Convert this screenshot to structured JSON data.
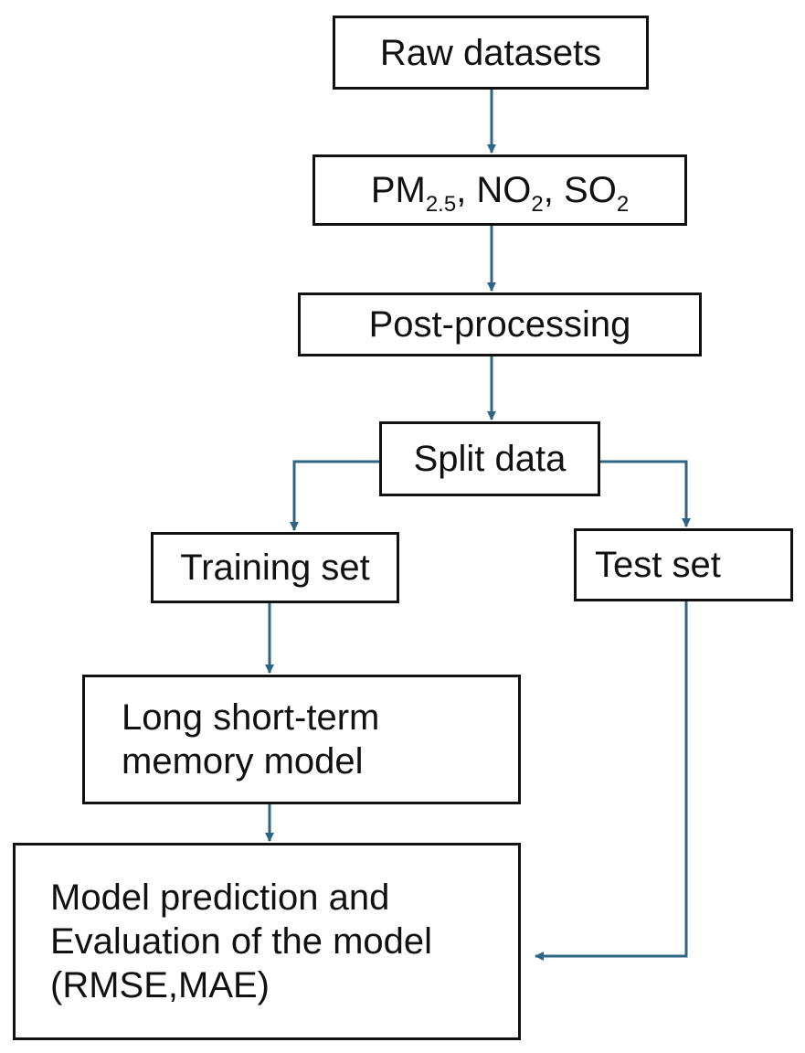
{
  "diagram": {
    "colors": {
      "arrow": "#2e6584",
      "box_border": "#111111",
      "text": "#111111",
      "background": "#ffffff"
    },
    "nodes": {
      "raw_datasets": "Raw datasets",
      "pollutants": {
        "pm": "PM",
        "pm_sub": "2.5",
        "sep1": ", ",
        "no": "NO",
        "no_sub": "2",
        "sep2": ", ",
        "so": "SO",
        "so_sub": "2"
      },
      "post_processing": "Post-processing",
      "split_data": "Split data",
      "training_set": "Training set",
      "test_set": "Test set",
      "lstm_model": {
        "line1": "Long short-term",
        "line2": "memory model"
      },
      "evaluation": {
        "line1": "Model prediction and",
        "line2": "Evaluation of the model",
        "line3": "(RMSE,MAE)"
      }
    },
    "edges": [
      {
        "from": "raw_datasets",
        "to": "pollutants"
      },
      {
        "from": "pollutants",
        "to": "post_processing"
      },
      {
        "from": "post_processing",
        "to": "split_data"
      },
      {
        "from": "split_data",
        "to": "training_set"
      },
      {
        "from": "split_data",
        "to": "test_set"
      },
      {
        "from": "training_set",
        "to": "lstm_model"
      },
      {
        "from": "lstm_model",
        "to": "evaluation"
      },
      {
        "from": "test_set",
        "to": "evaluation"
      }
    ]
  }
}
